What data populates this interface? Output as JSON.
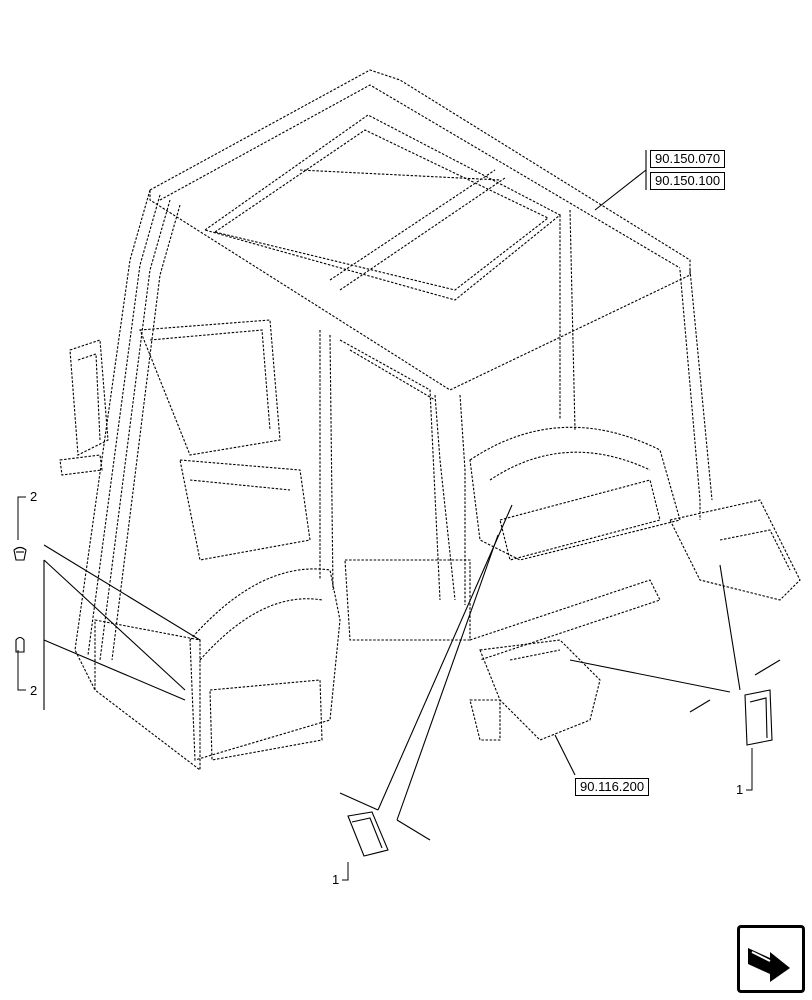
{
  "references": {
    "ref_top_1": "90.150.070",
    "ref_top_2": "90.150.100",
    "ref_bottom": "90.116.200"
  },
  "callouts": {
    "item_2_upper": "2",
    "item_2_lower": "2",
    "item_1_center": "1",
    "item_1_right": "1"
  },
  "icons": {
    "navigation": "next-page-arrow-icon"
  }
}
